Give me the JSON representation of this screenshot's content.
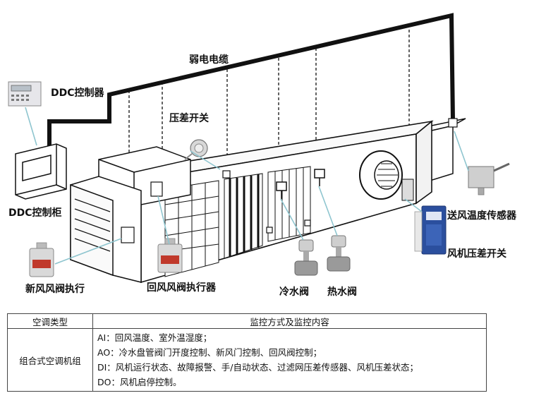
{
  "diagram": {
    "labels": {
      "ddc_controller": "DDC控制器",
      "weak_cable": "弱电电缆",
      "pressure_switch": "压差开关",
      "ddc_cabinet": "DDC控制柜",
      "supply_temp_sensor": "送风温度传感器",
      "fan_pressure_switch": "风机压差开关",
      "fresh_damper_actuator": "新风风阀执行",
      "return_damper_actuator": "回风风阀执行器",
      "chilled_valve": "冷水阀",
      "hot_valve": "热水阀"
    }
  },
  "table": {
    "headers": [
      "空调类型",
      "监控方式及监控内容"
    ],
    "rows": [
      {
        "type": "组合式空调机组",
        "lines": [
          "AI：回风温度、室外温湿度；",
          "AO：冷水盘管阀门开度控制、新风门控制、回风阀控制；",
          "DI：风机运行状态、故障报警、手/自动状态、过滤网压差传感器、风机压差状态；",
          "DO：风机启停控制。"
        ]
      }
    ]
  }
}
